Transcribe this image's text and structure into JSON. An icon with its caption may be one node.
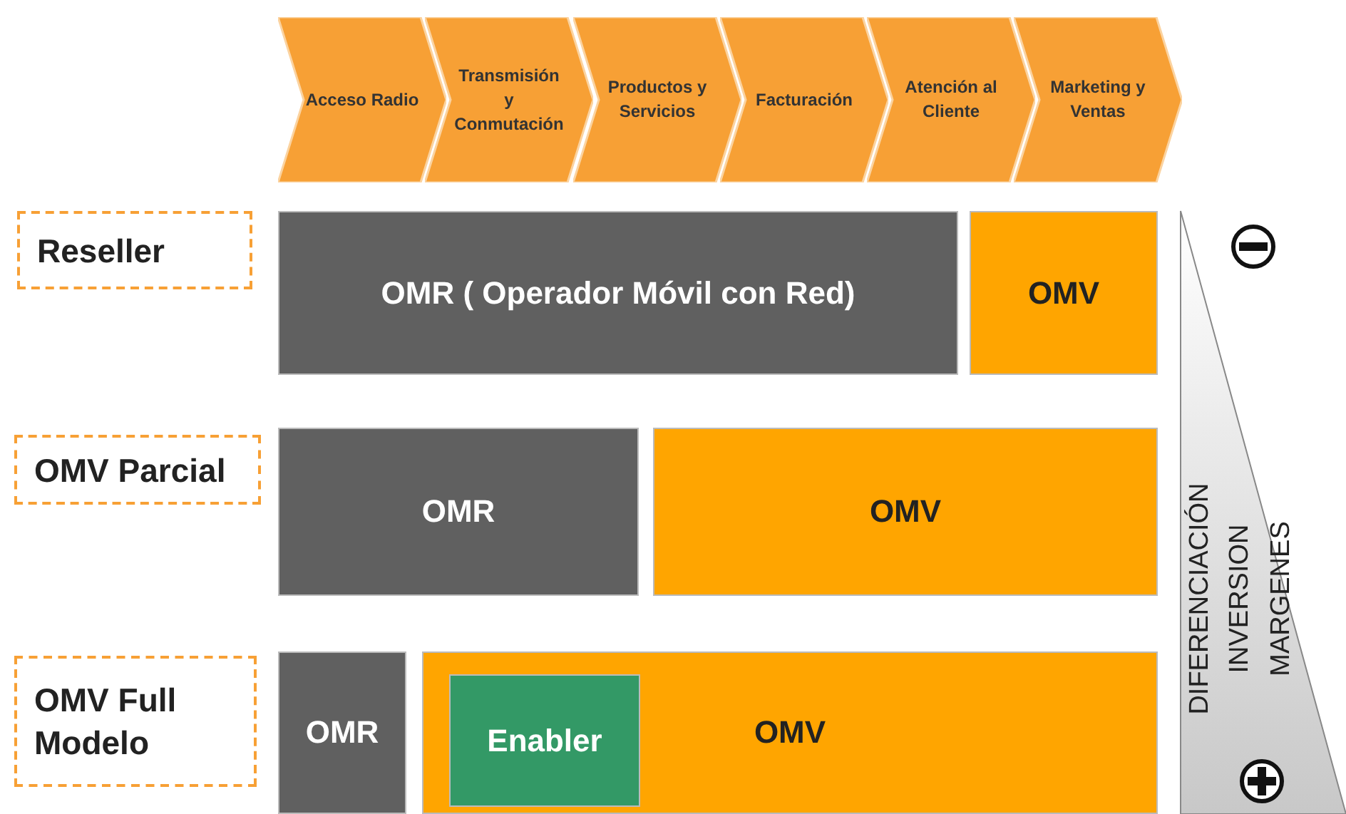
{
  "diagram": {
    "nodes": [
      {
        "text": [
          "Acceso Radio"
        ]
      },
      {
        "text": [
          "Transmisión y Conmutación"
        ]
      },
      {
        "text": [
          "Productos y Servicios"
        ]
      },
      {
        "text": [
          "Facturación"
        ]
      },
      {
        "text": [
          "Atención al Cliente"
        ]
      },
      {
        "text": [
          "Marketing y Ventas"
        ]
      },
      {
        "text": [
          "Reseller"
        ]
      },
      {
        "text": [
          "OMR ( Operador Móvil con Red)"
        ]
      },
      {
        "text": [
          "OMV"
        ]
      },
      {
        "text": [
          "OMV Parcial"
        ]
      },
      {
        "text": [
          "OMR"
        ]
      },
      {
        "text": [
          "OMV"
        ]
      },
      {
        "text": [
          "OMV Full Modelo"
        ]
      },
      {
        "text": [
          "OMR"
        ]
      },
      {
        "text": [
          "OMV"
        ]
      },
      {
        "text": [
          "Enabler"
        ],
        "in": 14
      }
    ],
    "labels": [
      "DIFERENCIACIÓN",
      "INVERSION",
      "MARGENES"
    ]
  }
}
